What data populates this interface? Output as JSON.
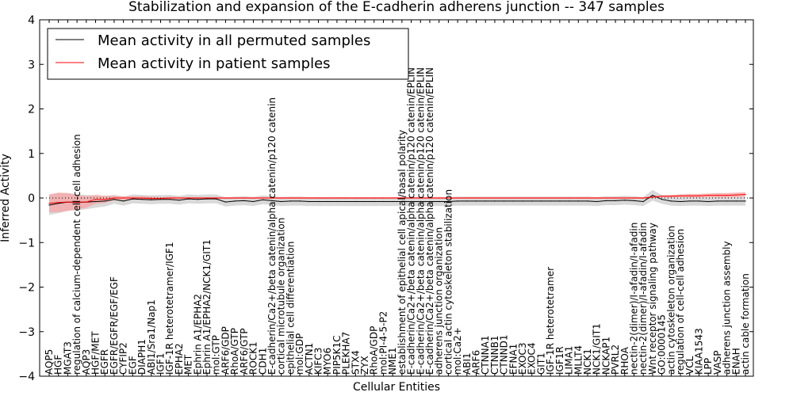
{
  "chart_data": {
    "type": "line",
    "title": "Stabilization and expansion of the E-cadherin adherens junction -- 347 samples",
    "xlabel": "Cellular Entities",
    "ylabel": "Inferred Activity",
    "ylim": [
      -4,
      4
    ],
    "yticks": [
      "4",
      "3",
      "2",
      "1",
      "0",
      "−1",
      "−2",
      "−3",
      "−4"
    ],
    "ytick_values": [
      4,
      3,
      2,
      1,
      0,
      -1,
      -2,
      -3,
      -4
    ],
    "grid": false,
    "legend_position": "upper-left",
    "reference_line": 0,
    "categories": [
      "AQP5",
      "HGF",
      "MGAT3",
      "regulation of calcium-dependent cell-cell adhesion",
      "AQP3",
      "HGF/MET",
      "EGFR",
      "EGFR/EGFR/EGF/EGF",
      "CYFIP2",
      "EGF",
      "DIAPH1",
      "ABI1/Sra1/Nap1",
      "IGF1",
      "IGF-1R heterotetramer/IGF1",
      "EPHA2",
      "MET",
      "Ephrin A1/EPHA2",
      "Ephrin A1/EPHA2/NCK1/GIT1",
      "mol:GTP",
      "ARF6/GDP",
      "RhoA/GTP",
      "ARF6/GTP",
      "ROCK1",
      "CDH1",
      "E-cadherin/Ca2+/beta catenin/alpha catenin/p120 catenin",
      "cortical microtubule organization",
      "epithelial cell differentiation",
      "mol:GDP",
      "ACTN1",
      "KIFC3",
      "MYO6",
      "PIP5K1C",
      "PLEKHA7",
      "STX4",
      "ZYX",
      "RhoA/GDP",
      "mol:PI-4-5-P2",
      "NME1",
      "establishment of epithelial cell apical/basal polarity",
      "E-cadherin/Ca2+/beta catenin/alpha catenin/p120 catenin/EPLIN",
      "E-cadherin/Ca2+/beta catenin/alpha catenin/p120 catenin/EPLIN",
      "E-cadherin/Ca2+/beta catenin/alpha catenin/p120 catenin/EPLIN",
      "adherens junction organization",
      "cortical actin cytoskeleton stabilization",
      "mol:Ca2+",
      "ABI1",
      "ARF6",
      "CTNNA1",
      "CTNNB1",
      "CTNND1",
      "EFNA1",
      "EXOC3",
      "EXOC4",
      "GIT1",
      "IGF-1R heterotetramer",
      "IGF1R",
      "LIMA1",
      "MLLT4",
      "NCK1",
      "NCK1/GIT1",
      "NCKAP1",
      "PVRL2",
      "RHOA",
      "nectin-2(dimer)/I-afadin/I-afadin",
      "nectin-2(dimer)/I-afadin/I-afadin",
      "Wnt receptor signaling pathway",
      "GO:0000145",
      "actin cytoskeleton organization",
      "regulation of cell-cell adhesion",
      "VCL",
      "KIAA1543",
      "LPP",
      "VASP",
      "adherens junction assembly",
      "ENAH",
      "actin cable formation"
    ],
    "series": [
      {
        "name": "Mean activity in all permuted samples",
        "color": "#000000",
        "band_color": "#cccccc",
        "values": [
          -0.16,
          -0.12,
          -0.09,
          -0.1,
          -0.09,
          -0.08,
          -0.07,
          -0.03,
          -0.07,
          -0.02,
          -0.03,
          -0.04,
          -0.03,
          -0.03,
          -0.05,
          -0.02,
          -0.03,
          -0.02,
          -0.02,
          -0.09,
          -0.07,
          -0.06,
          -0.08,
          -0.04,
          -0.06,
          -0.08,
          -0.07,
          -0.07,
          -0.08,
          -0.08,
          -0.08,
          -0.08,
          -0.08,
          -0.08,
          -0.08,
          -0.08,
          -0.08,
          -0.08,
          -0.08,
          -0.08,
          -0.08,
          -0.08,
          -0.08,
          -0.08,
          -0.07,
          -0.07,
          -0.07,
          -0.07,
          -0.07,
          -0.07,
          -0.07,
          -0.07,
          -0.07,
          -0.07,
          -0.07,
          -0.07,
          -0.07,
          -0.07,
          -0.07,
          -0.08,
          -0.06,
          -0.06,
          -0.05,
          -0.06,
          -0.08,
          0.06,
          -0.03,
          -0.07,
          -0.08,
          -0.07,
          -0.07,
          -0.08,
          -0.07,
          -0.07,
          -0.07,
          -0.07
        ],
        "band_half_width": [
          0.22,
          0.22,
          0.2,
          0.18,
          0.16,
          0.14,
          0.12,
          0.1,
          0.1,
          0.1,
          0.1,
          0.1,
          0.1,
          0.1,
          0.1,
          0.1,
          0.1,
          0.1,
          0.1,
          0.1,
          0.1,
          0.1,
          0.1,
          0.1,
          0.1,
          0.1,
          0.1,
          0.1,
          0.1,
          0.1,
          0.1,
          0.1,
          0.1,
          0.1,
          0.1,
          0.1,
          0.1,
          0.1,
          0.1,
          0.1,
          0.1,
          0.1,
          0.1,
          0.1,
          0.1,
          0.1,
          0.1,
          0.1,
          0.1,
          0.1,
          0.1,
          0.1,
          0.1,
          0.1,
          0.1,
          0.1,
          0.1,
          0.1,
          0.1,
          0.1,
          0.1,
          0.1,
          0.1,
          0.1,
          0.1,
          0.12,
          0.1,
          0.1,
          0.1,
          0.1,
          0.1,
          0.1,
          0.1,
          0.1,
          0.1,
          0.1
        ]
      },
      {
        "name": "Mean activity in patient samples",
        "color": "#ff0000",
        "band_color": "#f4a6a6",
        "values": [
          -0.12,
          -0.1,
          -0.09,
          -0.09,
          -0.09,
          -0.03,
          -0.03,
          0,
          0,
          0,
          0,
          -0.01,
          -0.01,
          0,
          0,
          0,
          0,
          0,
          0,
          0,
          0,
          0,
          0,
          0,
          0,
          0,
          0,
          0,
          0,
          0,
          0,
          0,
          0,
          0,
          0,
          0,
          0,
          0,
          0,
          0,
          0,
          0,
          0,
          0,
          0,
          0,
          0,
          0,
          0,
          0,
          0,
          0,
          0,
          0,
          0,
          0,
          0,
          0,
          0,
          0,
          0,
          0,
          0,
          0,
          0,
          0.02,
          0.04,
          0.04,
          0.05,
          0.05,
          0.05,
          0.06,
          0.06,
          0.06,
          0.07,
          0.08
        ],
        "band_half_width": [
          0.2,
          0.22,
          0.2,
          0.16,
          0.13,
          0.1,
          0.08,
          0.05,
          0.04,
          0.04,
          0.04,
          0.04,
          0.03,
          0.03,
          0.02,
          0.02,
          0.02,
          0.02,
          0.02,
          0.02,
          0.02,
          0.02,
          0.02,
          0.02,
          0.02,
          0.02,
          0.02,
          0.02,
          0.02,
          0.02,
          0.02,
          0.02,
          0.02,
          0.02,
          0.02,
          0.02,
          0.02,
          0.02,
          0.02,
          0.02,
          0.02,
          0.02,
          0.02,
          0.02,
          0.02,
          0.02,
          0.02,
          0.02,
          0.02,
          0.02,
          0.02,
          0.02,
          0.02,
          0.02,
          0.02,
          0.02,
          0.02,
          0.02,
          0.02,
          0.02,
          0.02,
          0.02,
          0.02,
          0.02,
          0.02,
          0.02,
          0.02,
          0.03,
          0.03,
          0.04,
          0.04,
          0.04,
          0.05,
          0.05,
          0.05,
          0.05
        ]
      }
    ]
  }
}
